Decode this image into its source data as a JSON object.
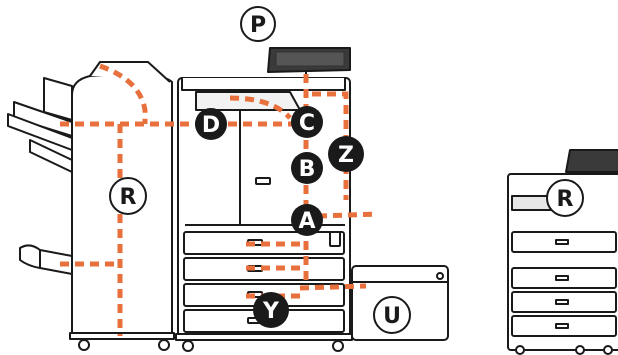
{
  "labels": {
    "P": "P",
    "R_main": "R",
    "R_side": "R",
    "U": "U",
    "D": "D",
    "C": "C",
    "B": "B",
    "Z": "Z",
    "A": "A",
    "Y": "Y"
  },
  "colors": {
    "path": "#e8703c",
    "outline": "#1a1a1a",
    "body": "#ffffff",
    "shade": "#e6e6e6",
    "dark_badge": "#1a1a1a",
    "panel": "#3a3a3a"
  }
}
